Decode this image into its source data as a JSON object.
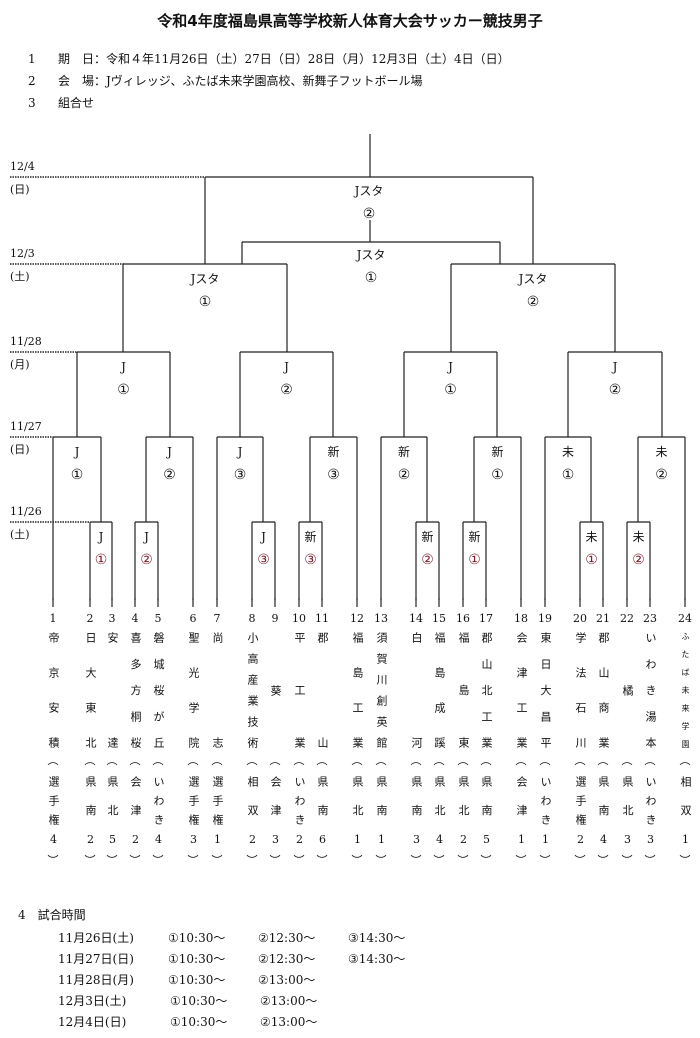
{
  "title": "令和4年度福島県高等学校新人体育大会サッカー競技男子",
  "info": [
    {
      "no": "1",
      "text": "期　日：令和４年11月26日（土）27日（日）28日（月）12月3日（土）4日（日）"
    },
    {
      "no": "2",
      "text": "会　場：Jヴィレッジ、ふたば未来学園高校、新舞子フットボール場"
    },
    {
      "no": "3",
      "text": "組合せ"
    }
  ],
  "rounds": [
    {
      "date": "12/4",
      "day": "(日)"
    },
    {
      "date": "12/3",
      "day": "(土)"
    },
    {
      "date": "11/28",
      "day": "(月)"
    },
    {
      "date": "11/27",
      "day": "(日)"
    },
    {
      "date": "11/26",
      "day": "(土)"
    }
  ],
  "matches": [
    {
      "venue": "J",
      "num": "①"
    },
    {
      "venue": "J",
      "num": "②"
    },
    {
      "venue": "J",
      "num": "③"
    },
    {
      "venue": "新",
      "num": "③"
    },
    {
      "venue": "新",
      "num": "②"
    },
    {
      "venue": "新",
      "num": "①"
    },
    {
      "venue": "未",
      "num": "①"
    },
    {
      "venue": "未",
      "num": "②"
    },
    {
      "venue": "J",
      "num": "①"
    },
    {
      "venue": "J",
      "num": "②"
    },
    {
      "venue": "J",
      "num": "③"
    },
    {
      "venue": "新",
      "num": "③"
    },
    {
      "venue": "新",
      "num": "②"
    },
    {
      "venue": "新",
      "num": "①"
    },
    {
      "venue": "未",
      "num": "①"
    },
    {
      "venue": "未",
      "num": "②"
    },
    {
      "venue": "J",
      "num": "①"
    },
    {
      "venue": "J",
      "num": "②"
    },
    {
      "venue": "J",
      "num": "①"
    },
    {
      "venue": "J",
      "num": "②"
    },
    {
      "venue": "Jスタ",
      "num": "①"
    },
    {
      "venue": "Jスタ",
      "num": "②"
    },
    {
      "venue": "Jスタ",
      "num": "①"
    },
    {
      "venue": "Jスタ",
      "num": "②"
    }
  ],
  "teams": [
    {
      "no": "1",
      "name": "帝京安積",
      "sub": "選手権4"
    },
    {
      "no": "2",
      "name": "日大東北",
      "sub": "県南2"
    },
    {
      "no": "3",
      "name": "安達",
      "sub": "県北5"
    },
    {
      "no": "4",
      "name": "喜多方桐桜",
      "sub": "会津2"
    },
    {
      "no": "5",
      "name": "磐城桜が丘",
      "sub": "いわき4"
    },
    {
      "no": "6",
      "name": "聖光学院",
      "sub": "選手権3"
    },
    {
      "no": "7",
      "name": "尚志",
      "sub": "選手権1"
    },
    {
      "no": "8",
      "name": "小高産業技術",
      "sub": "相双2"
    },
    {
      "no": "9",
      "name": "葵",
      "sub": "会津3"
    },
    {
      "no": "10",
      "name": "平工業",
      "sub": "いわき2"
    },
    {
      "no": "11",
      "name": "郡山",
      "sub": "県南6"
    },
    {
      "no": "12",
      "name": "福島工業",
      "sub": "県北1"
    },
    {
      "no": "13",
      "name": "須賀川創英館",
      "sub": "県南1"
    },
    {
      "no": "14",
      "name": "白河",
      "sub": "県南3"
    },
    {
      "no": "15",
      "name": "福島成蹊",
      "sub": "県北4"
    },
    {
      "no": "16",
      "name": "福島東",
      "sub": "県北2"
    },
    {
      "no": "17",
      "name": "郡山北工業",
      "sub": "県南5"
    },
    {
      "no": "18",
      "name": "会津工業",
      "sub": "会津1"
    },
    {
      "no": "19",
      "name": "東日大昌平",
      "sub": "いわき1"
    },
    {
      "no": "20",
      "name": "学法石川",
      "sub": "選手権2"
    },
    {
      "no": "21",
      "name": "郡山商業",
      "sub": "県南4"
    },
    {
      "no": "22",
      "name": "橘",
      "sub": "県北3"
    },
    {
      "no": "23",
      "name": "いわき湯本",
      "sub": "いわき3"
    },
    {
      "no": "24",
      "name": "ふたば未来学園",
      "sub": "相双1"
    }
  ],
  "paren_open": "︵",
  "paren_close": "︶",
  "schedule": {
    "heading_no": "4",
    "heading": "試合時間",
    "rows": [
      {
        "date": "11月26日(土)",
        "times": [
          "①10:30～",
          "②12:30～",
          "③14:30～"
        ]
      },
      {
        "date": "11月27日(日)",
        "times": [
          "①10:30～",
          "②12:30～",
          "③14:30～"
        ]
      },
      {
        "date": "11月28日(月)",
        "times": [
          "①10:30～",
          "②13:00～"
        ]
      },
      {
        "date": "12月3日(土)",
        "times": [
          "①10:30～",
          "②13:00～"
        ]
      },
      {
        "date": "12月4日(日)",
        "times": [
          "①10:30～",
          "②13:00～"
        ]
      }
    ]
  }
}
